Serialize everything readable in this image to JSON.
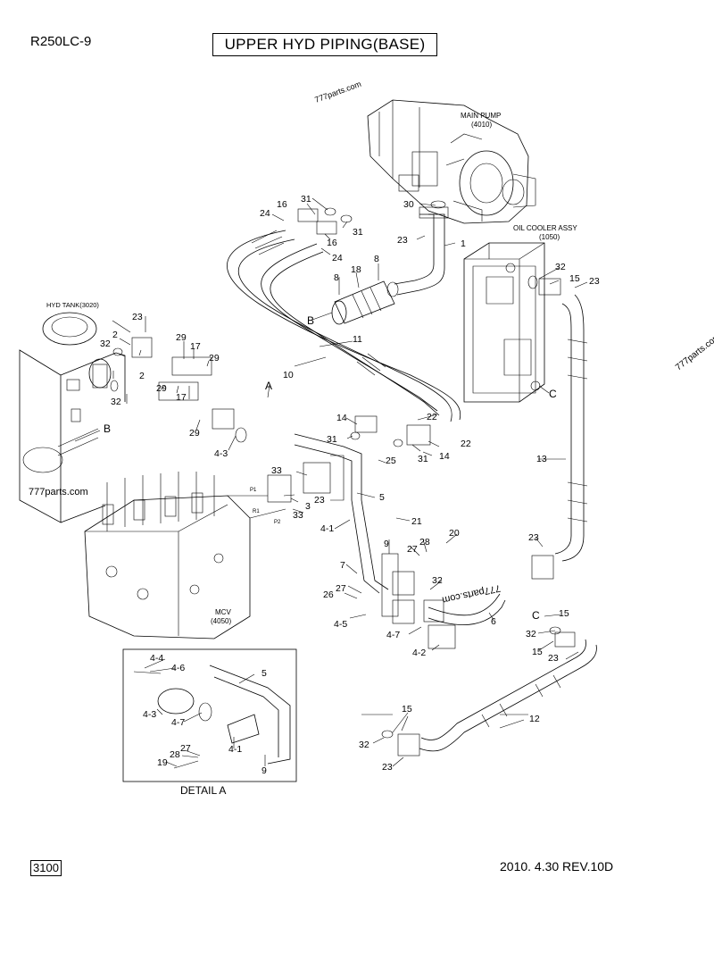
{
  "header": {
    "model": "R250LC-9",
    "title": "UPPER HYD PIPING(BASE)"
  },
  "footer": {
    "page_number": "3100",
    "revision": "2010. 4.30  REV.10D"
  },
  "watermarks": [
    "777parts.com",
    "777parts.com",
    "777parts.com",
    "777parts.com"
  ],
  "assemblies": {
    "main_pump": {
      "name": "MAIN PUMP",
      "code": "(4010)"
    },
    "oil_cooler": {
      "name": "OIL COOLER ASSY",
      "code": "(1050)"
    },
    "hyd_tank": {
      "name": "HYD TANK(3020)"
    },
    "mcv": {
      "name": "MCV",
      "code": "(4050)"
    },
    "detail": {
      "name": "DETAIL A"
    }
  },
  "callouts": {
    "c31a": "31",
    "c16a": "16",
    "c24a": "24",
    "c30": "30",
    "c23a": "23",
    "c1": "1",
    "c31b": "31",
    "c16b": "16",
    "c24b": "24",
    "c8a": "8",
    "c18": "18",
    "c8b": "8",
    "cB1": "B",
    "c32a": "32",
    "c15a": "15",
    "c23b": "23",
    "c23c": "23",
    "c2a": "2",
    "c32b": "32",
    "c2b": "2",
    "c32c": "32",
    "c29a": "29",
    "c17a": "17",
    "c29b": "29",
    "c29c": "29",
    "c17b": "17",
    "c29d": "29",
    "c11": "11",
    "c10": "10",
    "cB2": "B",
    "cA": "A",
    "cC1": "C",
    "c43a": "4-3",
    "c14a": "14",
    "c31c": "31",
    "c22a": "22",
    "c14b": "14",
    "c31d": "31",
    "c22b": "22",
    "c25": "25",
    "c33a": "33",
    "c23d": "23",
    "c33b": "33",
    "c3": "3",
    "c5a": "5",
    "c41a": "4-1",
    "c13": "13",
    "c21": "21",
    "c9a": "9",
    "c28a": "28",
    "c20": "20",
    "c27a": "27",
    "c7": "7",
    "c32d": "32",
    "c26": "26",
    "c27b": "27",
    "c45": "4-5",
    "c47a": "4-7",
    "c6": "6",
    "c42": "4-2",
    "c23e": "23",
    "c15b": "15",
    "cC2": "C",
    "c32e": "32",
    "c15c": "15",
    "c23f": "23",
    "c12": "12",
    "c15d": "15",
    "c32f": "32",
    "c23g": "23",
    "d44": "4-4",
    "d46": "4-6",
    "d5": "5",
    "d43": "4-3",
    "d47": "4-7",
    "d41": "4-1",
    "d28": "28",
    "d27": "27",
    "d19": "19",
    "d9": "9",
    "p1": "P1",
    "r1": "R1",
    "p2": "P2"
  },
  "colors": {
    "line": "#000000",
    "background": "#ffffff",
    "watermark": "#000000"
  }
}
